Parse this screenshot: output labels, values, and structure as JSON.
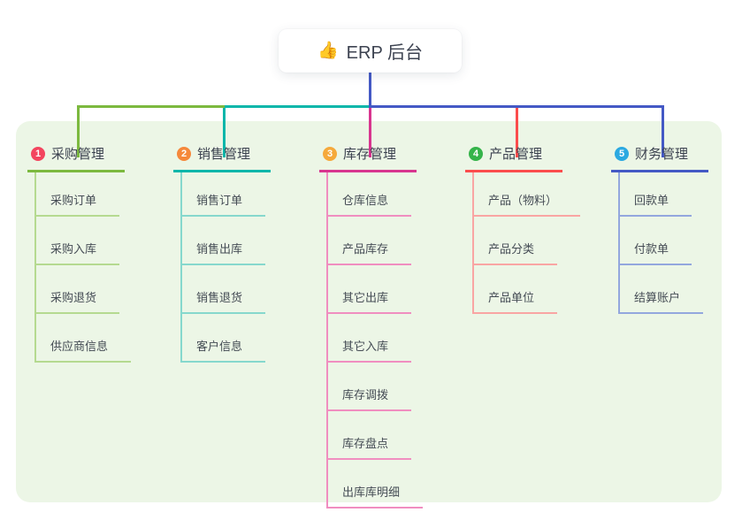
{
  "root": {
    "icon": "👍",
    "label": "ERP 后台"
  },
  "branches": [
    {
      "index": "1",
      "label": "采购管理",
      "children": [
        "采购订单",
        "采购入库",
        "采购退货",
        "供应商信息"
      ]
    },
    {
      "index": "2",
      "label": "销售管理",
      "children": [
        "销售订单",
        "销售出库",
        "销售退货",
        "客户信息"
      ]
    },
    {
      "index": "3",
      "label": "库存管理",
      "children": [
        "仓库信息",
        "产品库存",
        "其它出库",
        "其它入库",
        "库存调拨",
        "库存盘点",
        "出库库明细"
      ]
    },
    {
      "index": "4",
      "label": "产品管理",
      "children": [
        "产品（物料）",
        "产品分类",
        "产品单位"
      ]
    },
    {
      "index": "5",
      "label": "财务管理",
      "children": [
        "回款单",
        "付款单",
        "结算账户"
      ]
    }
  ],
  "colors": {
    "c1": "#7cb93f",
    "c1_light": "#b5da90",
    "badge1": "#f3455f",
    "c2": "#0ab6aa",
    "c2_light": "#86d8cd",
    "badge2": "#f5883b",
    "c3": "#d8358f",
    "c3_light": "#f08ec0",
    "badge3": "#f5a93b",
    "c4": "#fb4d4d",
    "c4_light": "#f9a5a3",
    "badge4": "#35b44a",
    "c5": "#4459c5",
    "c5_light": "#93a7de",
    "badge5": "#2ba9e1",
    "root_line": "#4459c5",
    "panel_bg": "#ecf6e6",
    "text_dark": "#3c4250",
    "text_child": "#454c55"
  }
}
